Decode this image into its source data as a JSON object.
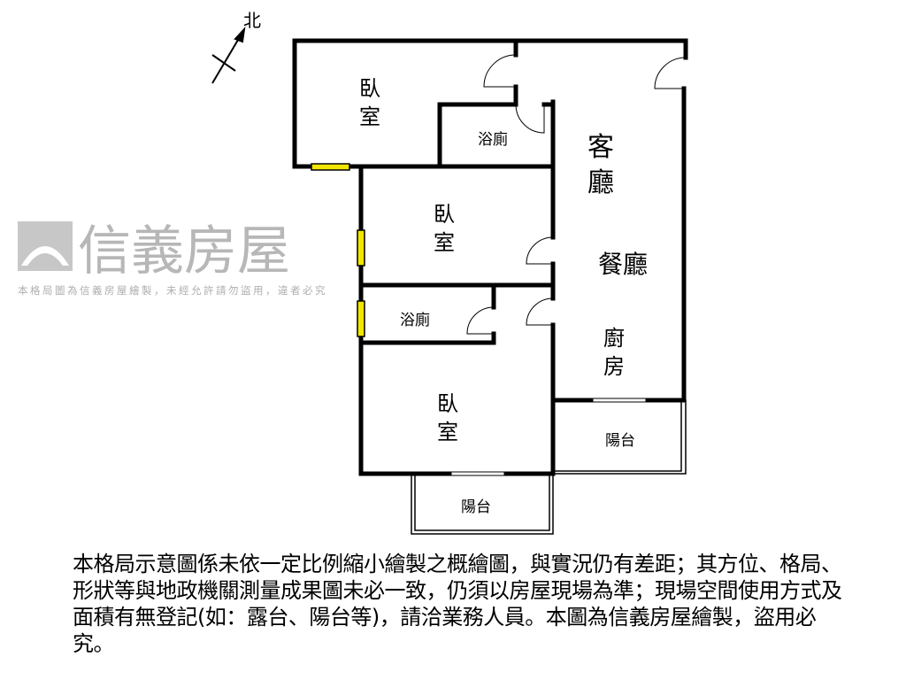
{
  "north_label": "北",
  "rooms": {
    "bedroom_top": [
      "臥",
      "室"
    ],
    "bath_top": "浴廁",
    "living": [
      "客",
      "廳"
    ],
    "dining": "餐廳",
    "bedroom_mid": [
      "臥",
      "室"
    ],
    "bath_mid": "浴廁",
    "kitchen": [
      "廚",
      "房"
    ],
    "bedroom_bottom": [
      "臥",
      "室"
    ],
    "balcony_right": "陽台",
    "balcony_bottom": "陽台"
  },
  "watermark": {
    "brand": "信義房屋",
    "notice": "本格局圖為信義房屋繪製，未經允許請勿盜用，違者必究"
  },
  "disclaimer": "本格局示意圖係未依一定比例縮小繪製之概繪圖，與實況仍有差距；其方位、格局、形狀等與地政機關測量成果圖未必一致，仍須以房屋現場為準；現場空間使用方式及面積有無登記(如：露台、陽台等)，請洽業務人員。本圖為信義房屋繪製，盜用必究。",
  "colors": {
    "wall": "#000000",
    "window": "#f2e600",
    "watermark": "#9a9a9a"
  }
}
